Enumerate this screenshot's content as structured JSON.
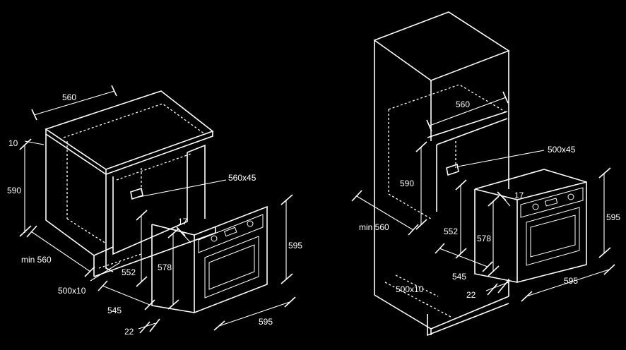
{
  "diagram": {
    "background": "#000000",
    "line_color": "#ffffff",
    "under_counter": {
      "labels": {
        "width_top": "560",
        "gap_top": "10",
        "height": "590",
        "min_depth": "min 560",
        "vent_top": "560x45",
        "vent_bottom": "500x10",
        "oven_front_gap": "17",
        "oven_height": "595",
        "inner_height": "578",
        "depth_552": "552",
        "depth_545": "545",
        "door_22": "22",
        "oven_width": "595"
      }
    },
    "tall_unit": {
      "labels": {
        "width_top": "560",
        "vent_top": "500x45",
        "height": "590",
        "min_depth": "min 560",
        "oven_front_gap": "17",
        "depth_552": "552",
        "inner_height": "578",
        "oven_height": "595",
        "depth_545": "545",
        "door_22": "22",
        "oven_width": "595",
        "vent_bottom": "500x10"
      }
    }
  }
}
